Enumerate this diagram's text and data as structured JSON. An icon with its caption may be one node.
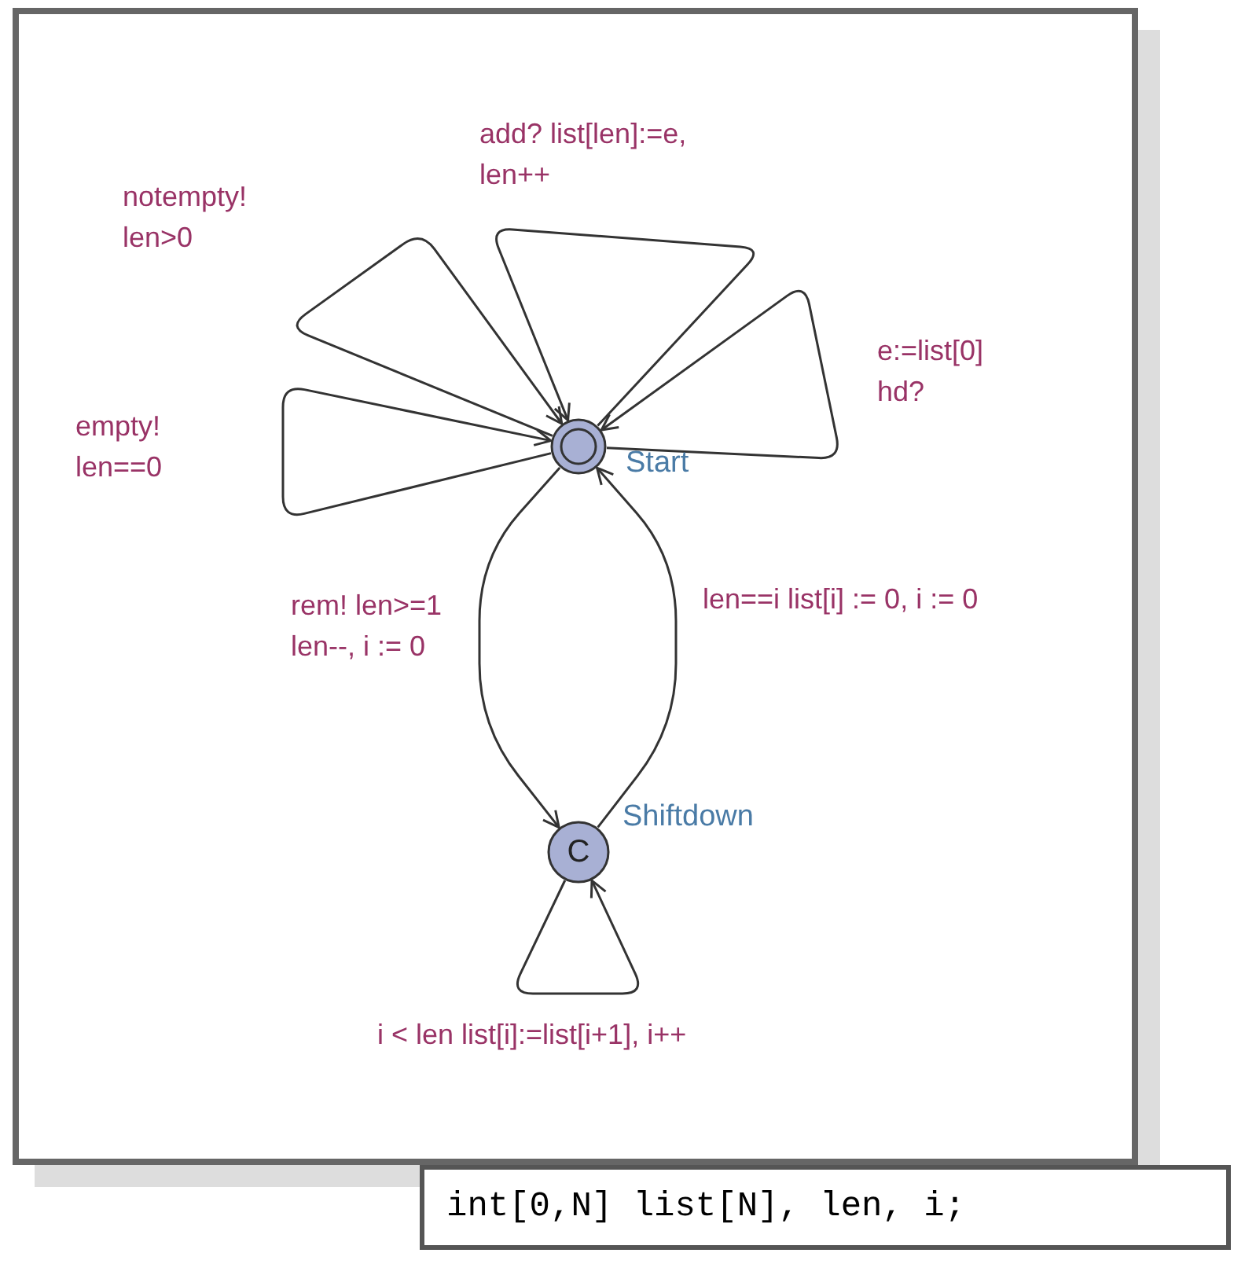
{
  "diagram": {
    "nodes": [
      {
        "text": [],
        "shape": "circle",
        "beside": [
          "Start"
        ]
      },
      {
        "text": [
          "C"
        ],
        "beside": [
          "Shiftdown"
        ]
      }
    ],
    "edges": [
      {
        "from": 0,
        "to": 0,
        "arrow": "to",
        "label": "notempty! len>0"
      },
      {
        "from": 0,
        "to": 0,
        "arrow": "to",
        "label": "add? list[len]:=e, len++"
      },
      {
        "from": 0,
        "to": 0,
        "arrow": "to",
        "label": "e:=list[0] hd?"
      },
      {
        "from": 0,
        "to": 0,
        "arrow": "to",
        "label": "empty! len==0"
      },
      {
        "from": 0,
        "to": 1,
        "arrow": "to",
        "label": "rem! len>=1 len--, i := 0"
      },
      {
        "from": 1,
        "to": 0,
        "arrow": "to",
        "label": "len==i list[i] := 0, i := 0"
      },
      {
        "from": 1,
        "to": 1,
        "arrow": "to",
        "label": "i < len list[i]:=list[i+1], i++"
      }
    ],
    "labels": [
      "int[0,N] list[N], len, i;"
    ]
  }
}
